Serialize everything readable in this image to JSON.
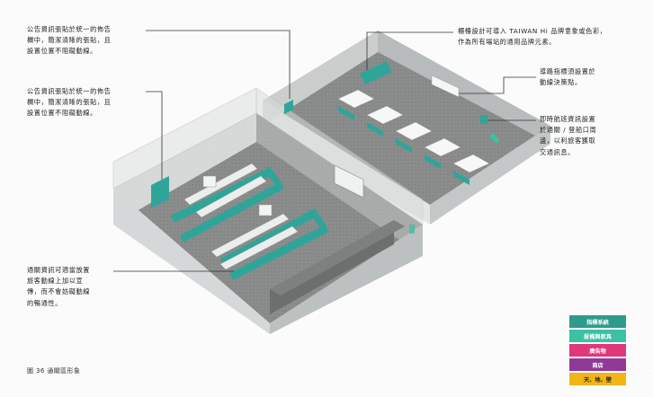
{
  "annotations": {
    "left_top": "公告資訊張貼於統一的佈告\n欄中，簡潔清晰的張貼，且\n設置位置不阻礙動線。",
    "left_mid": "公告資訊張貼於統一的佈告\n欄中，簡潔清晰的張貼，且\n設置位置不阻礙動線。",
    "left_bottom": "通關資訊可適當放置\n旅客動線上加以宣\n傳，而不會妨礙動線\n的暢通性。",
    "right_top": "櫃檯設計可導入 TAIWAN Hi 品牌意象或色彩，\n作為所有場站的通用品牌元素。",
    "right_mid": "導路指標須設置於\n動線決策點。",
    "right_bottom": "即時航班資訊設置\n於通關 / 登船口周\n邊，以利旅客獲取\n交通訊息。"
  },
  "caption": "圖 36 通關區形象",
  "legend": [
    {
      "label": "指標系統",
      "color": "#2f9a8e",
      "text_color": "#ffffff"
    },
    {
      "label": "設備與家具",
      "color": "#3cc1a5",
      "text_color": "#ffffff"
    },
    {
      "label": "廣告物",
      "color": "#e0367a",
      "text_color": "#ffffff"
    },
    {
      "label": "商店",
      "color": "#8f3a96",
      "text_color": "#ffffff"
    },
    {
      "label": "天、地、壁",
      "color": "#f2b516",
      "text_color": "#222222"
    }
  ],
  "colors": {
    "floor": "#8d8e8e",
    "wall": "#cfd2d2",
    "teal": "#2fa59a",
    "leader": "#333333"
  },
  "page_marker": "."
}
